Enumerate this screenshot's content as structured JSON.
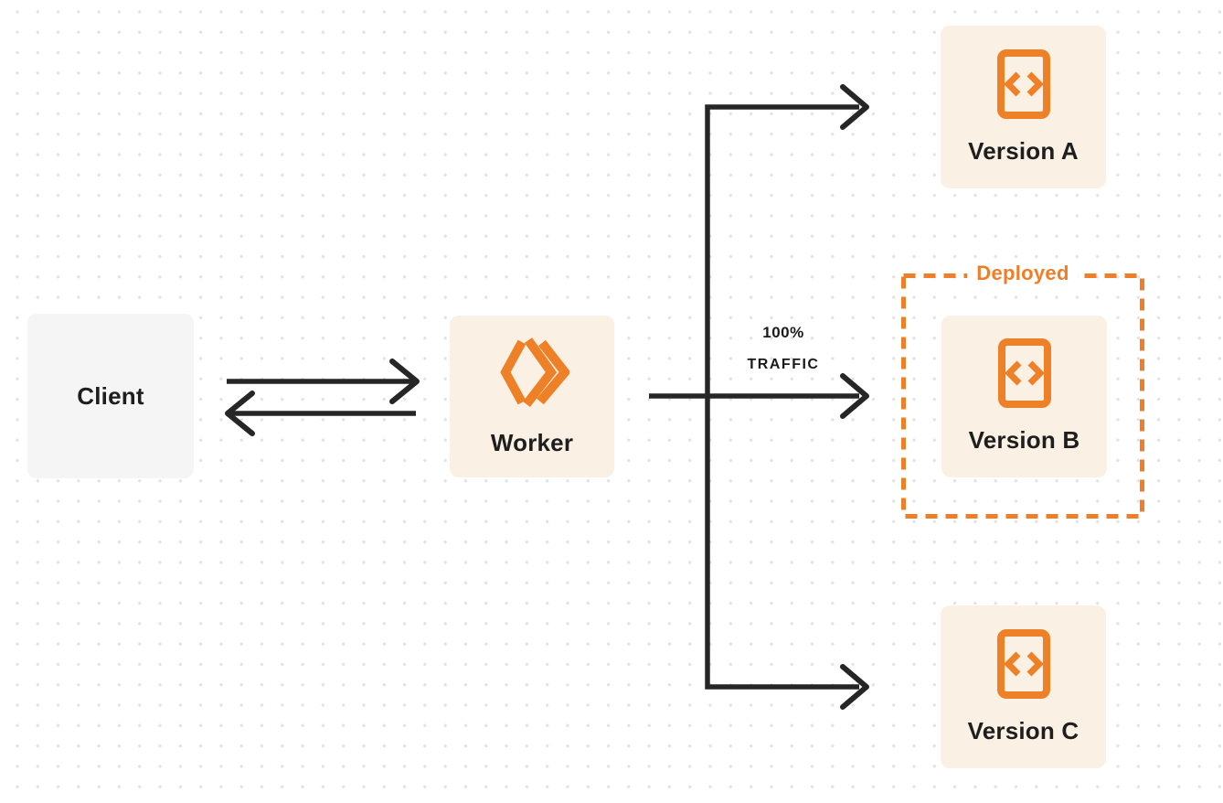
{
  "diagram": {
    "nodes": {
      "client": {
        "label": "Client"
      },
      "worker": {
        "label": "Worker",
        "icon": "workers-chevrons-icon"
      },
      "version_a": {
        "label": "Version A",
        "icon": "code-file-icon"
      },
      "version_b": {
        "label": "Version B",
        "icon": "code-file-icon"
      },
      "version_c": {
        "label": "Version C",
        "icon": "code-file-icon"
      }
    },
    "annotations": {
      "deployed_label": "Deployed",
      "traffic_line1": "100%",
      "traffic_line2": "TRAFFIC"
    },
    "colors": {
      "accent_orange": "#ee7e27",
      "node_cream_bg": "#faf0e3",
      "node_gray_bg": "#f5f5f6",
      "arrow_dark": "#262626",
      "text_dark": "#1e1e1e",
      "dot_grid": "#e3e3e3",
      "background": "#ffffff"
    }
  }
}
